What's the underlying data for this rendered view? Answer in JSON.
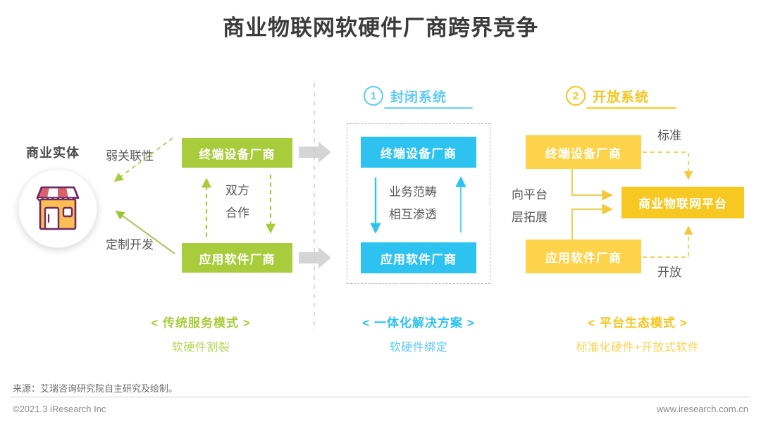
{
  "title": "商业物联网软硬件厂商跨界竞争",
  "colors": {
    "green": "#a8cc3c",
    "blue": "#2ec2f0",
    "amber": "#fcd34a",
    "gold": "#f8c822",
    "gray_arrow": "#d5d5d5",
    "text_dark": "#58595b",
    "title": "#3b3b3b"
  },
  "left": {
    "entity_label": "商业实体",
    "entity_icon": "storefront-icon",
    "arrow_top_label": "弱关联性",
    "arrow_bottom_label": "定制开发",
    "between_label_line1": "双方",
    "between_label_line2": "合作",
    "box_top": "终端设备厂商",
    "box_bottom": "应用软件厂商"
  },
  "middle": {
    "badge": "1",
    "heading": "封闭系统",
    "box_top": "终端设备厂商",
    "box_bottom": "应用软件厂商",
    "between_label_line1": "业务范畴",
    "between_label_line2": "相互渗透"
  },
  "right": {
    "badge": "2",
    "heading": "开放系统",
    "box_top": "终端设备厂商",
    "box_bottom": "应用软件厂商",
    "box_platform": "商业物联网平台",
    "label_standard": "标准",
    "label_open": "开放",
    "label_expand_line1": "向平台",
    "label_expand_line2": "层拓展"
  },
  "captions": [
    {
      "title": "< 传统服务模式 >",
      "sub": "软硬件割裂"
    },
    {
      "title": "< 一体化解决方案 >",
      "sub": "软硬件绑定"
    },
    {
      "title": "< 平台生态模式 >",
      "sub": "标准化硬件+开放式软件"
    }
  ],
  "footer": {
    "source": "来源：艾瑞咨询研究院自主研究及绘制。",
    "copyright": "©2021.3 iResearch Inc",
    "website": "www.iresearch.com.cn"
  }
}
